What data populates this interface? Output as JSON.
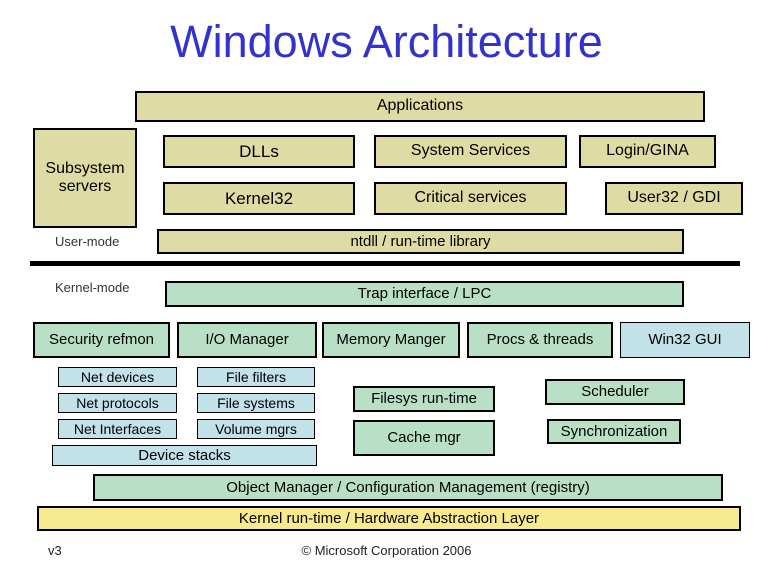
{
  "title": "Windows Architecture",
  "colors": {
    "title_blue": "#3333cc",
    "user_mode_tan": "#dedca4",
    "kernel_green": "#b9e0c6",
    "driver_blue": "#c2e1e8",
    "hal_yellow": "#f7ea90",
    "border_black": "#000000"
  },
  "labels": {
    "user_mode": "User-mode",
    "kernel_mode": "Kernel-mode"
  },
  "user_mode": {
    "applications": "Applications",
    "subsystem_servers": "Subsystem servers",
    "dlls": "DLLs",
    "system_services": "System Services",
    "login_gina": "Login/GINA",
    "kernel32": "Kernel32",
    "critical_services": "Critical services",
    "user32_gdi": "User32 / GDI",
    "ntdll": "ntdll / run-time library"
  },
  "kernel_mode": {
    "trap_interface": "Trap interface / LPC",
    "security_refmon": "Security refmon",
    "io_manager": "I/O Manager",
    "memory_manager": "Memory Manger",
    "procs_threads": "Procs & threads",
    "win32_gui": "Win32 GUI",
    "net_devices": "Net devices",
    "net_protocols": "Net protocols",
    "net_interfaces": "Net Interfaces",
    "file_filters": "File filters",
    "file_systems": "File systems",
    "volume_mgrs": "Volume mgrs",
    "device_stacks": "Device stacks",
    "filesys_runtime": "Filesys run-time",
    "cache_mgr": "Cache mgr",
    "scheduler": "Scheduler",
    "synchronization": "Synchronization",
    "object_manager": "Object Manager / Configuration Management (registry)",
    "kernel_runtime_hal": "Kernel run-time / Hardware Abstraction Layer"
  },
  "footer": {
    "version": "v3",
    "copyright": "© Microsoft Corporation 2006"
  }
}
